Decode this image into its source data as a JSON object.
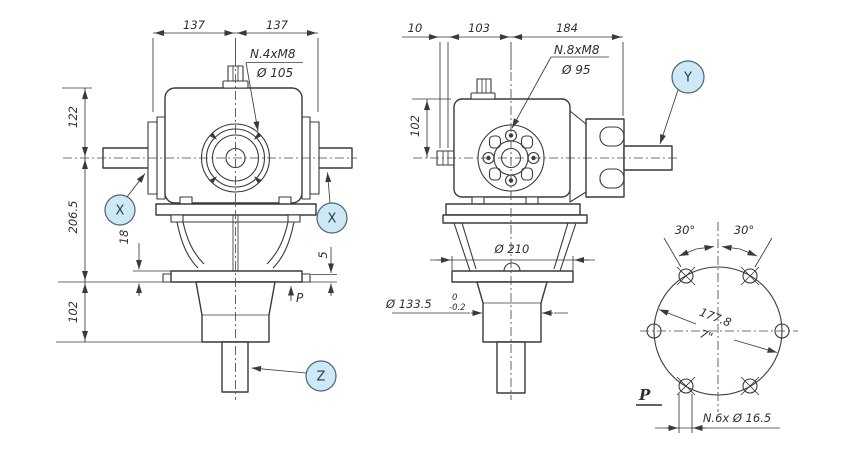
{
  "front_view": {
    "dim_width_left": "137",
    "dim_width_right": "137",
    "callout_bolts": "N.4xM8",
    "callout_bcd": "Ø 105",
    "dim_122": "122",
    "dim_206_5": "206.5",
    "dim_102": "102",
    "dim_18": "18",
    "dim_5": "5",
    "label_p": "P"
  },
  "side_view": {
    "dim_10": "10",
    "dim_103": "103",
    "dim_184": "184",
    "callout_bolts": "N.8xM8",
    "callout_bcd": "Ø 95",
    "dim_102": "102",
    "dim_flange": "Ø 210",
    "dim_spigot": "Ø 133.5",
    "tol_upper": "0",
    "tol_lower": "-0.2"
  },
  "bolt_view": {
    "angle_left": "30°",
    "angle_right": "30°",
    "bcd_mm": "177.8",
    "bcd_inch": "7\"",
    "view_label": "P",
    "holes_callout": "N.6x Ø 16.5"
  },
  "balloons": {
    "x_left": "X",
    "x_right": "X",
    "y": "Y",
    "z": "Z"
  },
  "colors": {
    "line": "#3a3a3a",
    "balloon_fill": "#cfe8f6",
    "balloon_stroke": "#4a6575",
    "background": "#ffffff"
  }
}
